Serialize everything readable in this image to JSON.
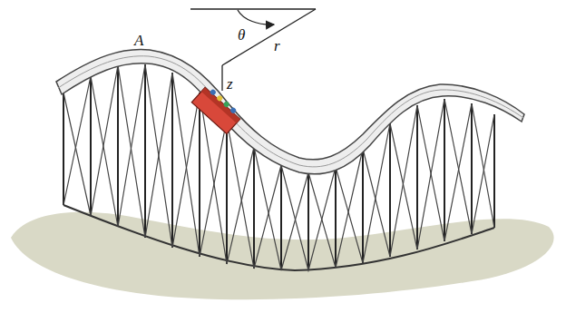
{
  "diagram": {
    "labels": [
      "A",
      "θ",
      "r",
      "z"
    ]
  }
}
